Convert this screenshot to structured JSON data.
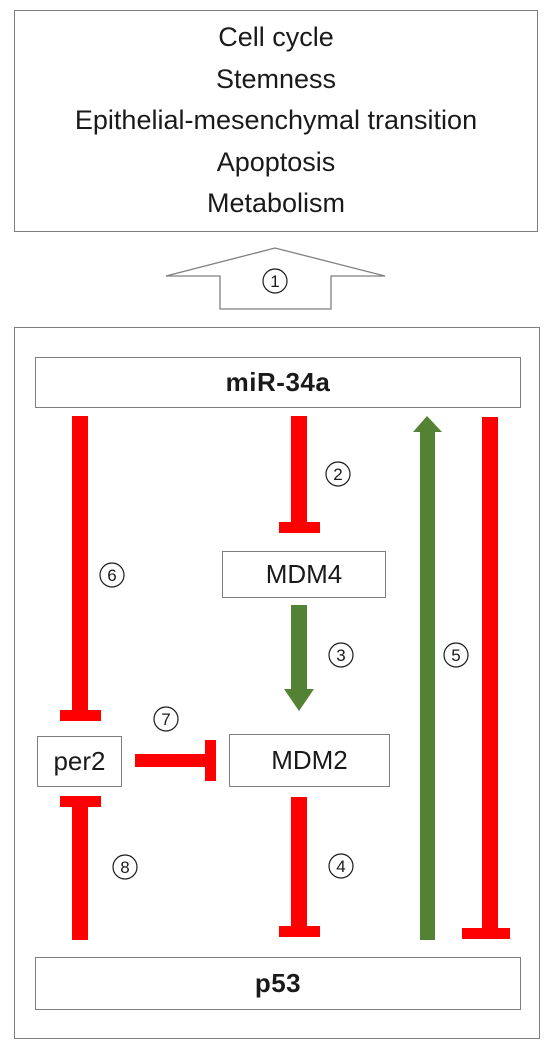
{
  "outcomes": {
    "lines": [
      "Cell cycle",
      "Stemness",
      "Epithelial-mesenchymal transition",
      "Apoptosis",
      "Metabolism"
    ]
  },
  "nodes": {
    "mir34a": "miR-34a",
    "mdm4": "MDM4",
    "mdm2": "MDM2",
    "per2": "per2",
    "p53": "p53"
  },
  "markers": [
    "1",
    "2",
    "3",
    "4",
    "5",
    "6",
    "7",
    "8"
  ],
  "colors": {
    "inhibition": "#ff0000",
    "activation": "#548235",
    "border": "#7f7f7f",
    "up_arrow_fill": "#ffffff"
  }
}
